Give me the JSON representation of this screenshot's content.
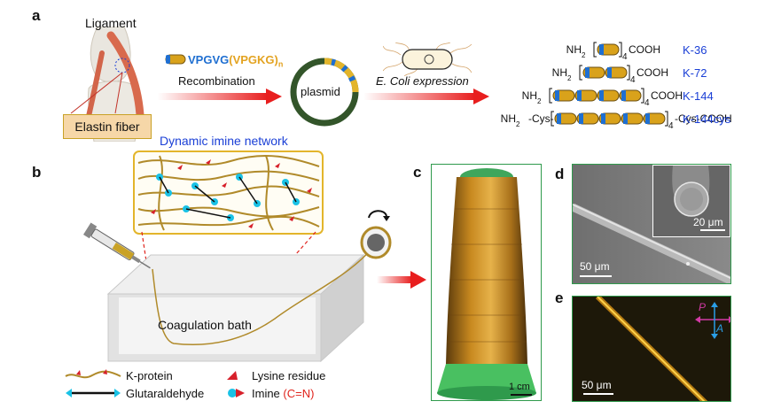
{
  "panels": {
    "a": "a",
    "b": "b",
    "c": "c",
    "d": "d",
    "e": "e"
  },
  "panel_a": {
    "ligament": "Ligament",
    "elastin": "Elastin fiber",
    "peptide_blue": "VPGVG",
    "peptide_orange": "(VPGKG)",
    "peptide_sub": "n",
    "recombination": "Recombination",
    "plasmid": "plasmid",
    "expression": "E. Coli expression",
    "constructs": [
      {
        "left": "NH",
        "left_sub": "2",
        "right": "COOH",
        "repeat": "4",
        "name": "K-36"
      },
      {
        "left": "NH",
        "left_sub": "2",
        "right": "COOH",
        "repeat": "4",
        "name": "K-72"
      },
      {
        "left": "NH",
        "left_sub": "2",
        "right": "COOH",
        "repeat": "4",
        "name": "K-144"
      },
      {
        "left": "NH",
        "left_sub": "2",
        "left_tail": "-Cys-",
        "right": "-Cys-COOH",
        "repeat": "4",
        "name": "K-144cys"
      }
    ]
  },
  "panel_b": {
    "network_title": "Dynamic imine network",
    "bath": "Coagulation bath",
    "legend": {
      "k_protein": "K-protein",
      "lysine": "Lysine residue",
      "glutaraldehyde": "Glutaraldehyde",
      "imine": "Imine",
      "imine_formula": "(C=N)"
    }
  },
  "panel_c": {
    "scale": "1 cm"
  },
  "panel_d": {
    "scale_main": "50 μm",
    "scale_inset": "20 μm"
  },
  "panel_e": {
    "scale": "50 μm",
    "axis_p": "P",
    "axis_a": "A"
  },
  "colors": {
    "accent_blue": "#1a3fd6",
    "accent_red": "#e0231c",
    "frame_green": "#2f9a4c",
    "gold": "#c9a227"
  }
}
